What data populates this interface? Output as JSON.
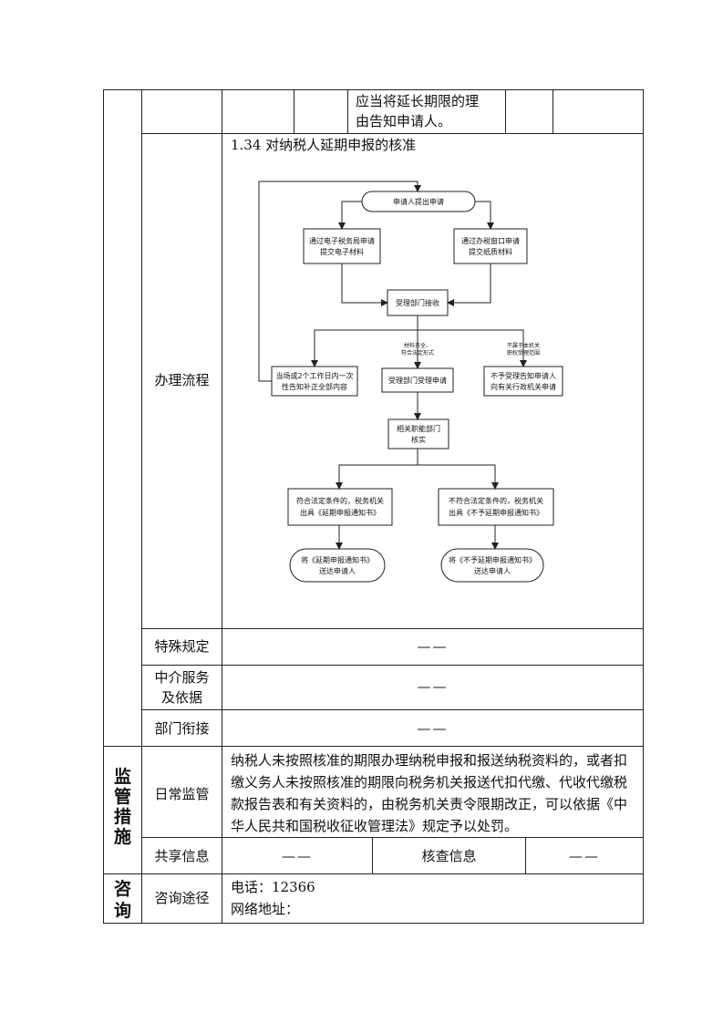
{
  "top_row": {
    "text_line1": "应当将延长期限的理",
    "text_line2": "由告知申请人。"
  },
  "section_title": "1.34 对纳税人延期申报的核准",
  "rows": {
    "process_label": "办理流程",
    "special_label": "特殊规定",
    "special_value": "——",
    "agency_label_1": "中介服务",
    "agency_label_2": "及依据",
    "agency_value": "——",
    "dept_label": "部门衔接",
    "dept_value": "——"
  },
  "supervision": {
    "group_label": [
      "监",
      "管",
      "措",
      "施"
    ],
    "daily_label": "日常监管",
    "daily_text": "纳税人未按照核准的期限办理纳税申报和报送纳税资料的，或者扣缴义务人未按照核准的期限向税务机关报送代扣代缴、代收代缴税款报告表和有关资料的，由税务机关责令限期改正，可以依据《中华人民共和国税收征收管理法》规定予以处罚。",
    "shared_label": "共享信息",
    "shared_value": "——",
    "check_label": "核查信息",
    "check_value": "——"
  },
  "consult": {
    "group_label": [
      "咨",
      "询"
    ],
    "label": "咨询途径",
    "phone": "电话：12366",
    "web": "网络地址："
  },
  "flowchart": {
    "start": "申请人提出申请",
    "left_top_1": "通过电子税务局申请",
    "left_top_2": "提交电子材料",
    "right_top_1": "通过办税窗口申请",
    "right_top_2": "提交纸质材料",
    "receive": "受理部门接收",
    "cond_mid_1": "材料齐全、",
    "cond_mid_2": "符合法定形式",
    "cond_right_1": "不属于本机关",
    "cond_right_2": "职权受理范围",
    "notify_1": "当场或2个工作日内一次",
    "notify_2": "性告知补正全部内容",
    "accept": "受理部门受理申请",
    "reject_1": "不予受理告知申请人",
    "reject_2": "向有关行政机关申请",
    "verify_1": "相关职能部门",
    "verify_2": "核实",
    "ok_1": "符合法定条件的，税务机关",
    "ok_2": "出具《延期申报通知书》",
    "no_1": "不符合法定条件的，税务机关",
    "no_2": "出具《不予延期申报通知书》",
    "ok_end_1": "将《延期申报通知书》",
    "ok_end_2": "送达申请人",
    "no_end_1": "将《不予延期申报通知书》",
    "no_end_2": "送达申请人"
  }
}
